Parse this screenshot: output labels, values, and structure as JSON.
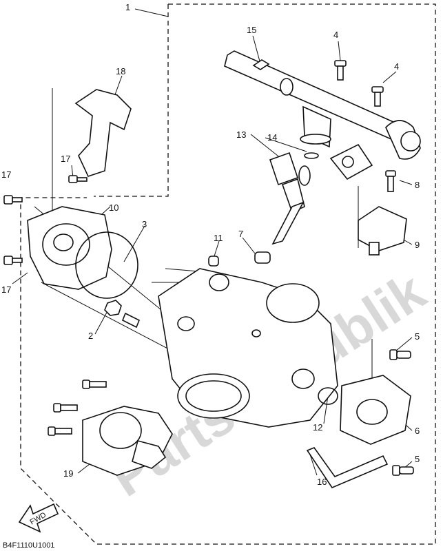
{
  "diagram": {
    "code": "B4F1110U1001",
    "watermark": "PartsRepublik",
    "fwd_label": "FWD",
    "callouts": [
      "1",
      "2",
      "3",
      "4",
      "4",
      "5",
      "5",
      "6",
      "7",
      "8",
      "9",
      "10",
      "11",
      "12",
      "13",
      "14",
      "15",
      "16",
      "17",
      "17",
      "17",
      "18",
      "19"
    ]
  }
}
